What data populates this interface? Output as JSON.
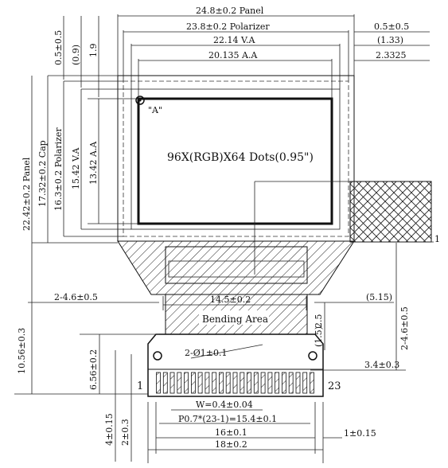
{
  "panel": {
    "title": "96X(RGB)X64 Dots(0.95\")",
    "point_a": "\"A\"",
    "bending_area": "Bending Area",
    "pin_first": "1",
    "pin_last": "23",
    "side_label": "1"
  },
  "dims_top": {
    "panel_w": "24.8±0.2 Panel",
    "polarizer_w": "23.8±0.2 Polarizer",
    "va_w": "22.14 V.A",
    "aa_w": "20.135 A.A",
    "right_1": "0.5±0.5",
    "right_2": "(1.33)",
    "right_3": "2.3325",
    "left_1": "0.5±0.5",
    "left_2": "(0.9)",
    "left_3": "1.9"
  },
  "dims_left": {
    "panel_h": "22.42±0.2 Panel",
    "cap_h": "17.32±0.2 Cap",
    "polarizer_h": "16.3±0.2 Polarizer",
    "va_h": "15.42 V.A",
    "aa_h": "13.42 A.A",
    "fpc_total": "10.56±0.3",
    "fpc_mid": "6.56±0.2",
    "fpc_1": "4±0.15",
    "fpc_2": "2±0.3"
  },
  "dims_fpc": {
    "left_offset": "2-4.6±0.5",
    "bend_w": "14.5±0.2",
    "right_offset": "(5.15)",
    "hole": "2-Ø1±0.1",
    "h_25": "2.5",
    "h_15": "(1.5)",
    "right_h": "2-4.6±0.5",
    "right_34": "3.4±0.3",
    "pin_w": "W=0.4±0.04",
    "pitch": "P0.7*(23-1)=15.4±0.1",
    "w16": "16±0.1",
    "w18": "18±0.2",
    "right_1": "1±0.15"
  }
}
